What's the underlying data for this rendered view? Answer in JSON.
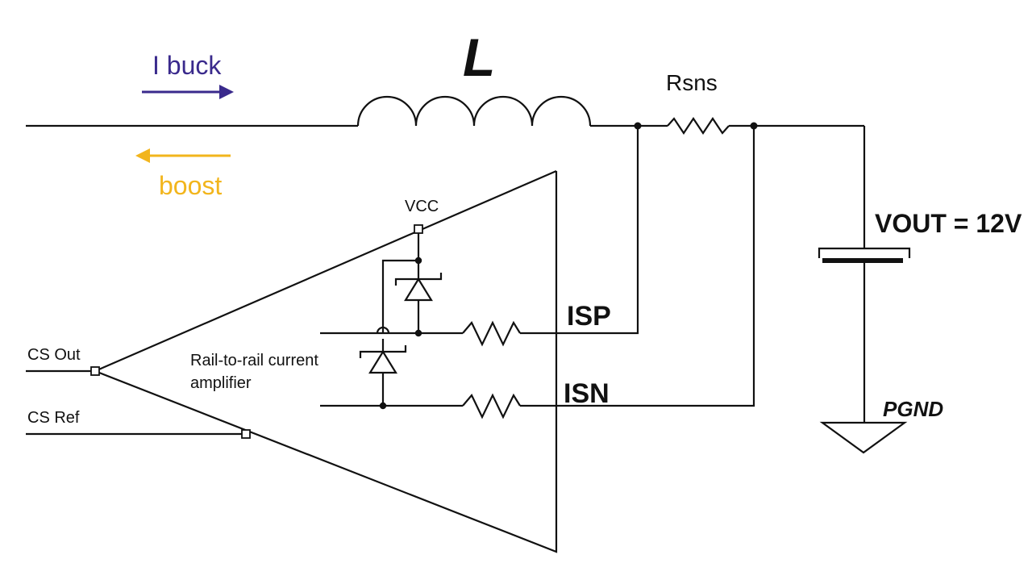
{
  "labels": {
    "inductor": "L",
    "current_buck": "I buck",
    "current_boost": "boost",
    "sense_resistor": "Rsns",
    "supply": "VCC",
    "output_voltage": "VOUT = 12V",
    "isp": "ISP",
    "isn": "ISN",
    "cs_out": "CS Out",
    "cs_ref": "CS Ref",
    "amplifier_line1": "Rail-to-rail current",
    "amplifier_line2": "amplifier",
    "ground": "PGND"
  },
  "colors": {
    "buck_arrow": "#3a2a8c",
    "boost_arrow": "#f2b51c",
    "ink": "#111111"
  }
}
